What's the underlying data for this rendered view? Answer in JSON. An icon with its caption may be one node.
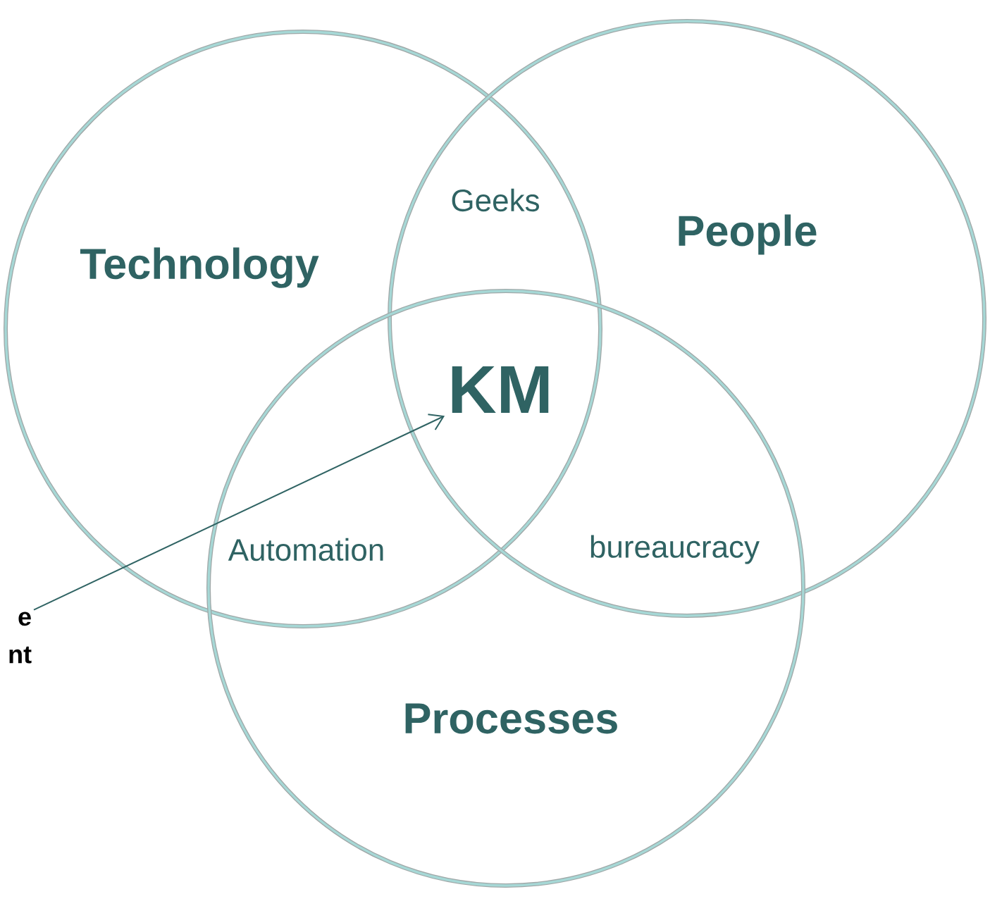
{
  "diagram": {
    "nodes": [
      {
        "text": [
          "Technology"
        ]
      },
      {
        "text": [
          "People"
        ]
      },
      {
        "text": [
          "Processes"
        ]
      },
      {
        "text": [
          "KM"
        ]
      },
      {
        "text": [
          "e nt"
        ]
      }
    ],
    "edges": [
      {
        "from": 4,
        "to": 3,
        "arrow": "to"
      }
    ],
    "labels": [
      "Geeks",
      "Automation",
      "bureaucracy"
    ]
  }
}
